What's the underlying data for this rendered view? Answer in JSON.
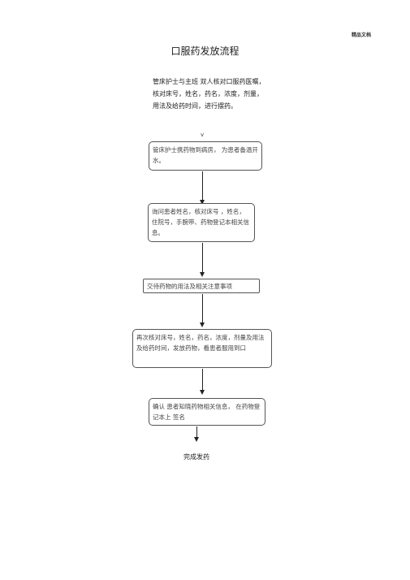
{
  "header": {
    "tag": "精品文档"
  },
  "title": "口服药发放流程",
  "intro": "管床护士与主班 双人核对口服药医嘱，核对床号，姓名，药名，浓度，剂量，用法及给药时间，进行摆药。",
  "mark": "v",
  "steps": [
    {
      "text": "管床护士携药物到病房，     为患者备温开水。"
    },
    {
      "text": "询问患者姓名，核对床号     ，姓名，住院号，手腕带、药物登记本相关信息。"
    },
    {
      "text": "交待药物的用法及相关注意事项"
    },
    {
      "text": "再次核对床号，姓名，药名，浓度，剂量及用法及给药时间，发放药物，看患者服用到口"
    },
    {
      "text": "确认 患者知晓药物相关信息，     在药物登记本上  签名"
    }
  ],
  "final": "完成发药"
}
